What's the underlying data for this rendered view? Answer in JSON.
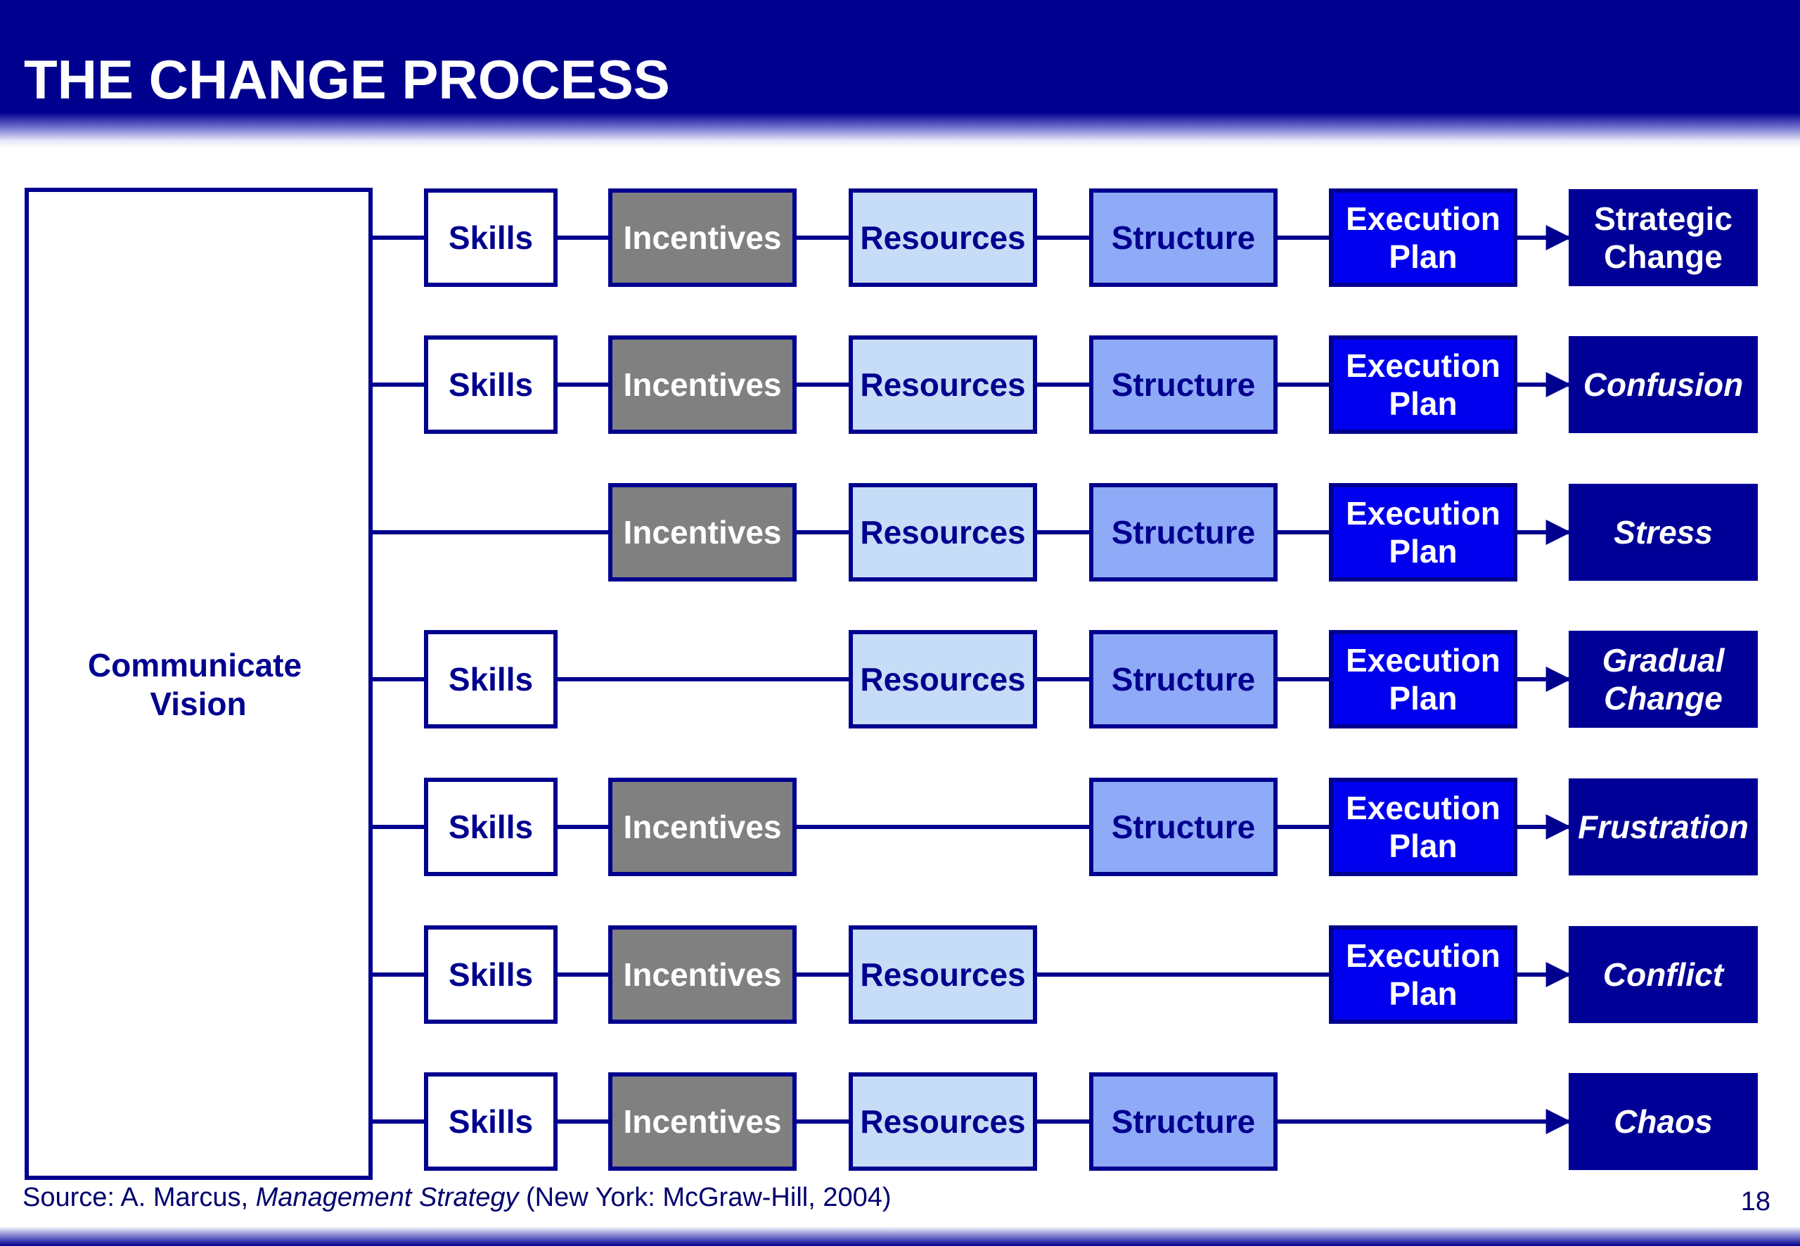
{
  "title": "THE CHANGE PROCESS",
  "source": {
    "prefix": "Source: A.  Marcus, ",
    "book": "Management Strategy",
    "suffix": " (New York: McGraw-Hill, 2004)"
  },
  "page_number": "18",
  "vision": {
    "line1": "Communicate",
    "line2": "Vision"
  },
  "stages": {
    "skills": {
      "label": "Skills",
      "color": "#ffffff",
      "text_color": "#00008f"
    },
    "incentives": {
      "label": "Incentives",
      "color": "#808080",
      "text_color": "#ffffff"
    },
    "resources": {
      "label": "Resources",
      "color": "#c6dcf7",
      "text_color": "#00008f"
    },
    "structure": {
      "label": "Structure",
      "color": "#8faaf7",
      "text_color": "#00008f"
    },
    "plan": {
      "label_line1": "Execution",
      "label_line2": "Plan",
      "color": "#0000ee",
      "text_color": "#ffffff"
    }
  },
  "outcome_color": "#000096",
  "rows": [
    {
      "present": [
        true,
        true,
        true,
        true,
        true
      ],
      "outcome": [
        "Strategic",
        "Change"
      ],
      "italic": false
    },
    {
      "present": [
        true,
        true,
        true,
        true,
        true
      ],
      "outcome": [
        "Confusion"
      ],
      "italic": true
    },
    {
      "present": [
        false,
        true,
        true,
        true,
        true
      ],
      "outcome": [
        "Stress"
      ],
      "italic": true
    },
    {
      "present": [
        true,
        false,
        true,
        true,
        true
      ],
      "outcome": [
        "Gradual",
        "Change"
      ],
      "italic": true
    },
    {
      "present": [
        true,
        true,
        false,
        true,
        true
      ],
      "outcome": [
        "Frustration"
      ],
      "italic": true
    },
    {
      "present": [
        true,
        true,
        true,
        false,
        true
      ],
      "outcome": [
        "Conflict"
      ],
      "italic": true
    },
    {
      "present": [
        true,
        true,
        true,
        true,
        false
      ],
      "outcome": [
        "Chaos"
      ],
      "italic": true
    }
  ]
}
